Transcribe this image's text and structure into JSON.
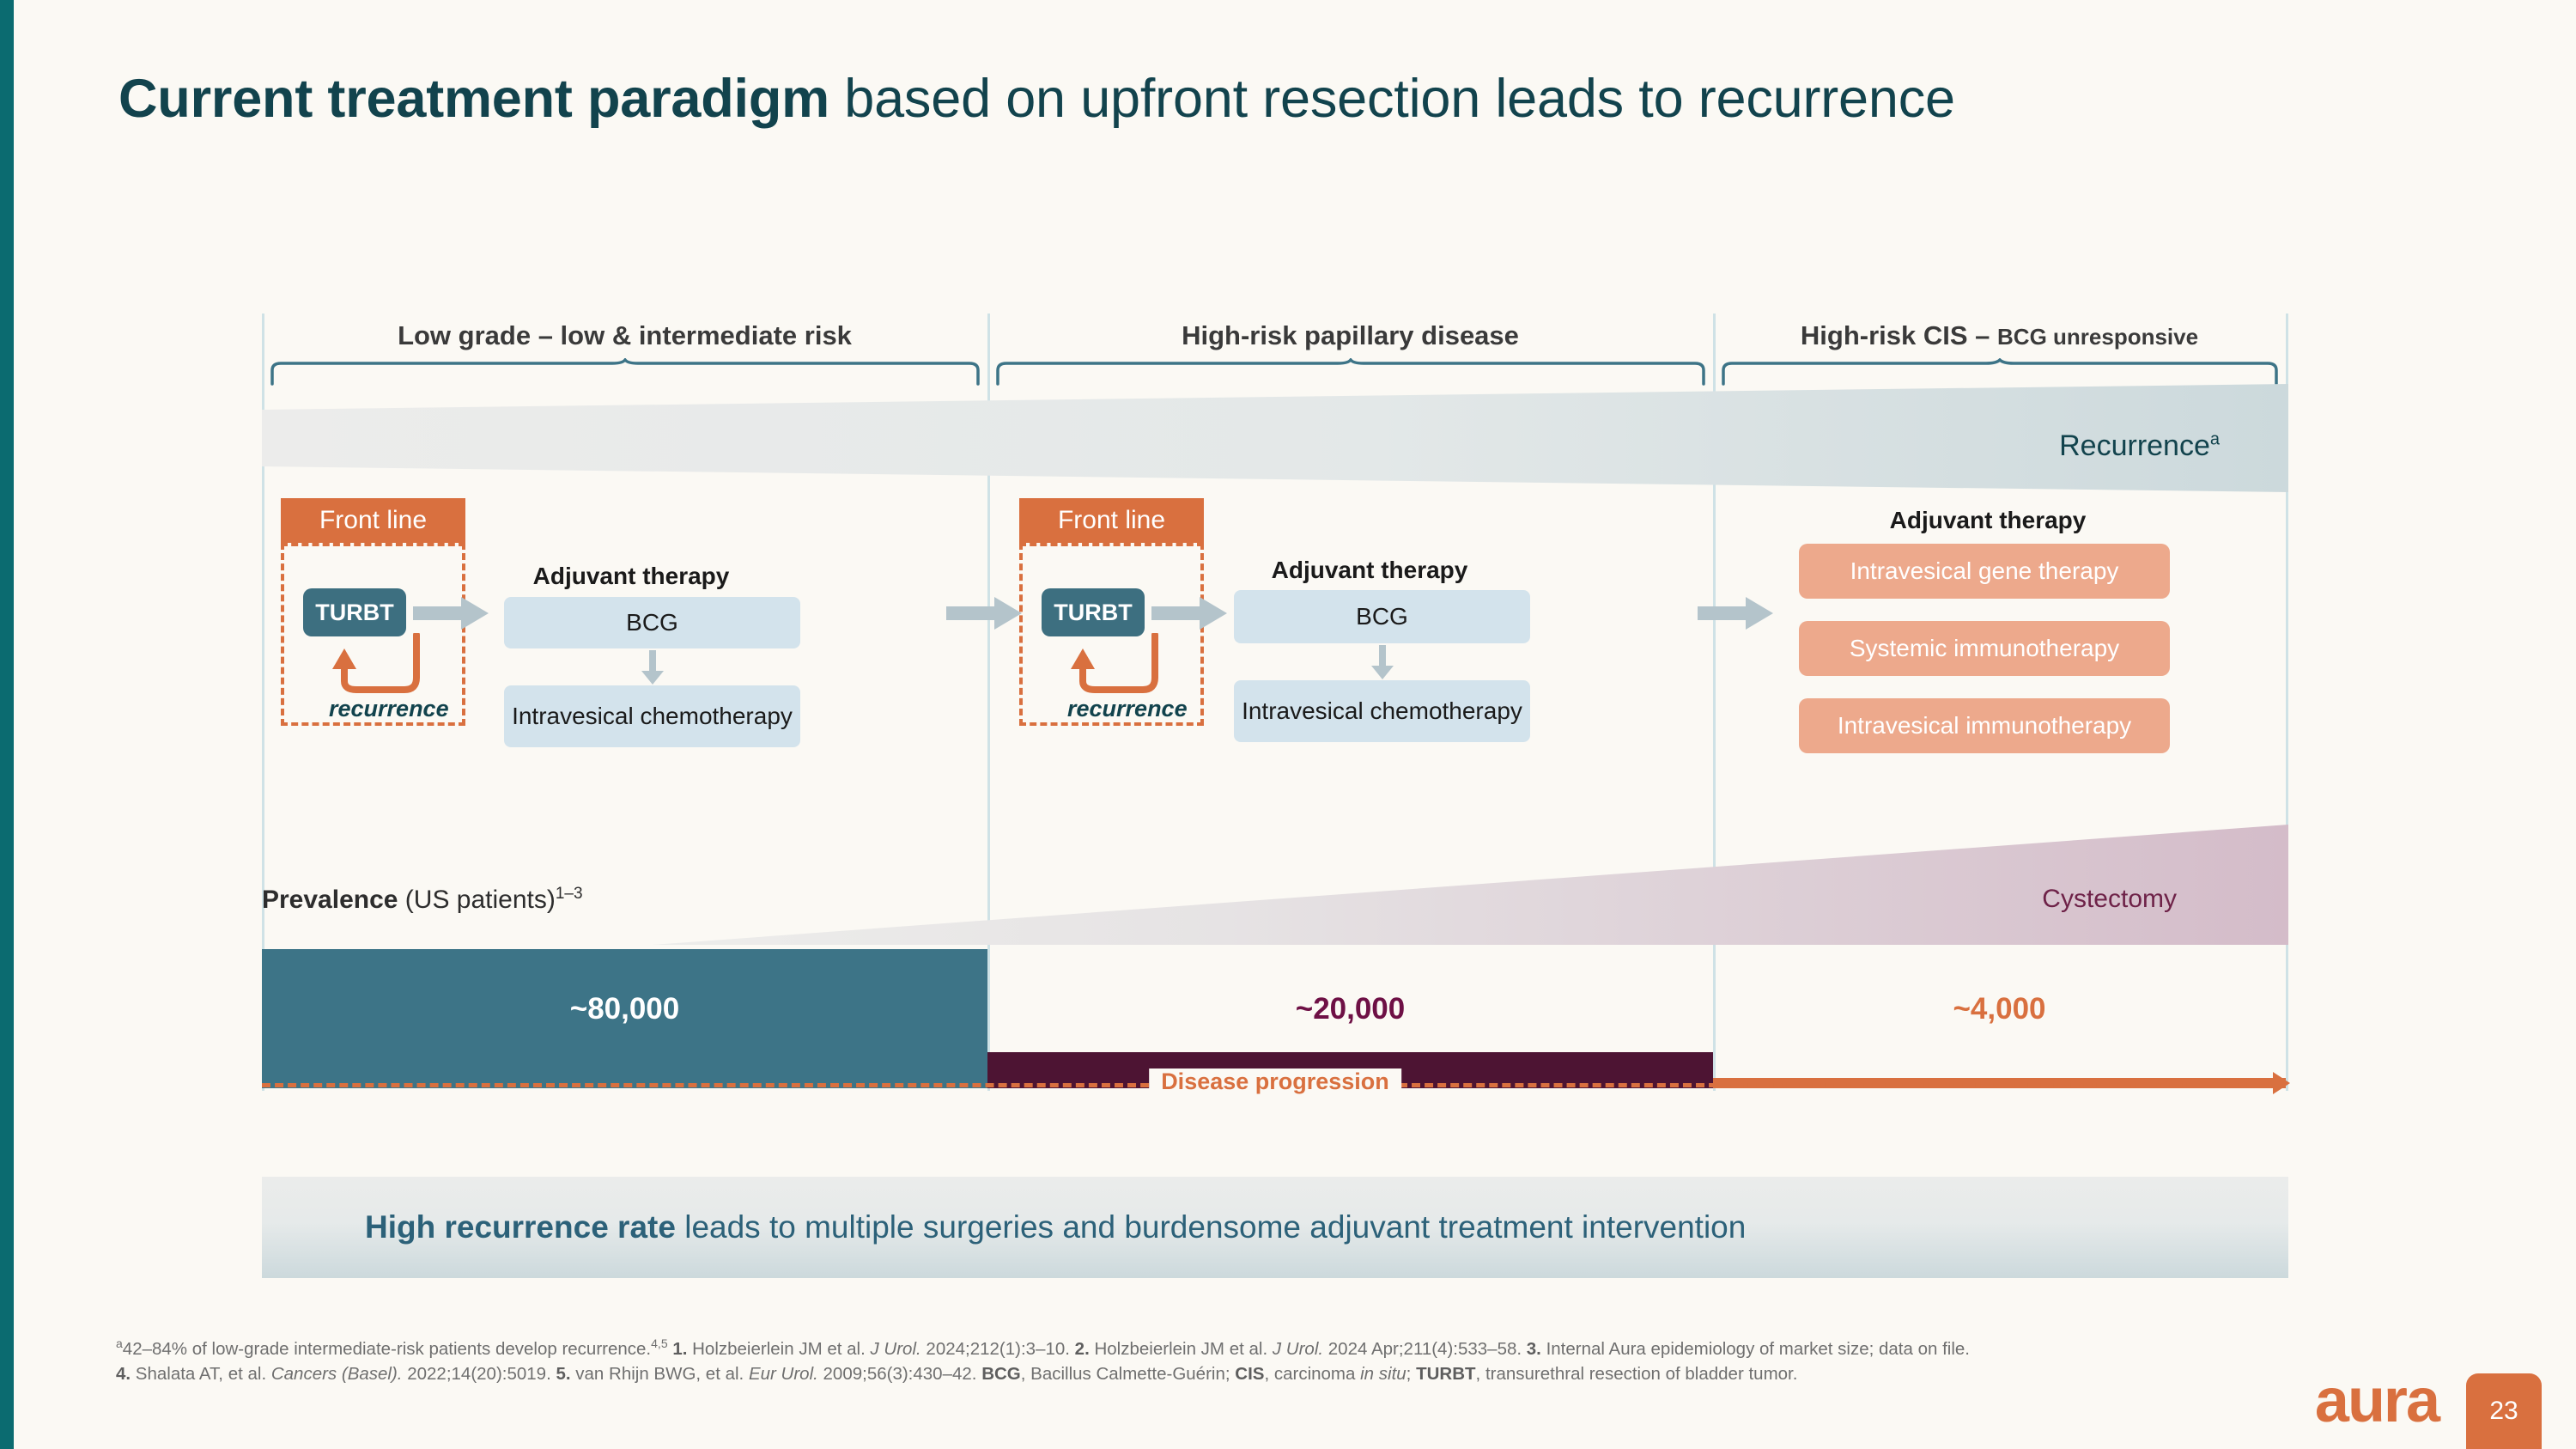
{
  "slide": {
    "title_strong": "Current treatment paradigm",
    "title_rest": " based on upfront resection leads to recurrence",
    "page_number": "23",
    "logo_text": "aura"
  },
  "columns": [
    {
      "header_main": "Low grade – low & intermediate risk",
      "header_sub": ""
    },
    {
      "header_main": "High-risk papillary disease",
      "header_sub": ""
    },
    {
      "header_main": "High-risk CIS – ",
      "header_sub": "BCG unresponsive"
    }
  ],
  "bands": {
    "recurrence_label": "Recurrence",
    "recurrence_superscript": "a",
    "cystectomy_label": "Cystectomy"
  },
  "flows": {
    "frontline_label": "Front line",
    "turbt_label": "TURBT",
    "recurrence_loop_label": "recurrence",
    "adjuvant_heading": "Adjuvant therapy",
    "col1_therapies": [
      "BCG",
      "Intravesical chemotherapy"
    ],
    "col2_therapies": [
      "BCG",
      "Intravesical chemotherapy"
    ],
    "col3_therapies": [
      "Intravesical gene therapy",
      "Systemic immunotherapy",
      "Intravesical immunotherapy"
    ]
  },
  "prevalence": {
    "label_bold": "Prevalence",
    "label_rest": " (US patients)",
    "label_superscript": "1–3",
    "values": [
      "~80,000",
      "~20,000",
      "~4,000"
    ]
  },
  "progression": {
    "label": "Disease progression"
  },
  "banner": {
    "bold_part": "High recurrence rate",
    "rest_part": " leads to multiple surgeries and burdensome adjuvant treatment intervention"
  },
  "footnotes": {
    "line1_a": "a",
    "line1": "42–84% of low-grade intermediate-risk  patients develop recurrence.",
    "line1_sup": "4,5",
    "ref1_num": "1.",
    "ref1_a": " Holzbeierlein JM et al. ",
    "ref1_j": "J Urol.",
    "ref1_b": " 2024;212(1):3–10. ",
    "ref2_num": "2.",
    "ref2_a": " Holzbeierlein JM et al. ",
    "ref2_j": "J Urol.",
    "ref2_b": " 2024 Apr;211(4):533–58. ",
    "ref3_num": "3.",
    "ref3_a": " Internal Aura epidemiology of market size; data on file.",
    "ref4_num": "4.",
    "ref4_a": " Shalata AT, et al. ",
    "ref4_j": "Cancers (Basel).",
    "ref4_b": " 2022;14(20):5019. ",
    "ref5_num": "5.",
    "ref5_a": " van Rhijn BWG, et al. ",
    "ref5_j": "Eur Urol.",
    "ref5_b": " 2009;56(3):430–42. ",
    "abbr_bcg": "BCG",
    "abbr_bcg_def": ", Bacillus Calmette-Guérin; ",
    "abbr_cis": "CIS",
    "abbr_cis_def_a": ", carcinoma ",
    "abbr_cis_def_i": "in situ",
    "abbr_cis_def_b": "; ",
    "abbr_turbt": "TURBT",
    "abbr_turbt_def": ", transurethral resection of bladder tumor."
  },
  "colors": {
    "teal_dark": "#0b6b70",
    "title": "#12434d",
    "orange": "#d9703f",
    "turbt_blue": "#3d6f80",
    "therapy_blue": "#d3e3ec",
    "salmon": "#eda98c",
    "bar_teal": "#3d7487",
    "bar_purple": "#4d1433",
    "bar_orange": "#d9703f",
    "cystectomy_text": "#6e2248",
    "banner_text": "#2c6179",
    "background": "#fbf9f4"
  },
  "chart_data": {
    "type": "bar",
    "title": "Prevalence (US patients)",
    "categories": [
      "Low grade – low & intermediate risk",
      "High-risk papillary disease",
      "High-risk CIS – BCG unresponsive"
    ],
    "values": [
      80000,
      20000,
      4000
    ],
    "value_labels": [
      "~80,000",
      "~20,000",
      "~4,000"
    ],
    "series": [
      {
        "name": "Prevalence (US patients)",
        "values": [
          80000,
          20000,
          4000
        ]
      }
    ],
    "bar_colors": [
      "#3d7487",
      "#4d1433",
      "#d9703f"
    ],
    "xlabel": "",
    "ylabel": "US patients",
    "ylim": [
      0,
      80000
    ],
    "grid": false,
    "legend": "none",
    "annotations": [
      "Recurrence (increases left to right)",
      "Cystectomy (increases left to right)",
      "Disease progression"
    ]
  }
}
